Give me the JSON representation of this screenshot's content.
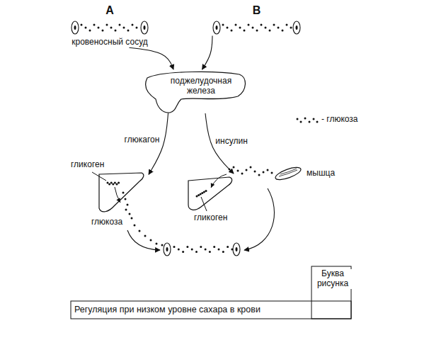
{
  "diagram": {
    "nodes": [
      {
        "text": [
          "А",
          "кровеносный сосуд"
        ]
      },
      {
        "text": [
          "В"
        ]
      },
      {
        "text": [
          "поджелудочная железа"
        ]
      },
      {
        "text": [
          "гликоген"
        ]
      },
      {
        "text": [
          "гликоген"
        ]
      },
      {
        "text": [
          "мышца"
        ]
      }
    ],
    "edges": [
      {
        "from": 0,
        "to": 2,
        "arrow": "to"
      },
      {
        "from": 1,
        "to": 2,
        "arrow": "to"
      },
      {
        "from": 2,
        "to": 3,
        "label": "глюкагон",
        "arrow": "to"
      },
      {
        "from": 2,
        "to": 4,
        "label": "инсулин",
        "arrow": "to"
      }
    ],
    "labels": [
      "глюкоза",
      "Буква рисунка",
      "Регуляция при низком уровне сахара в крови"
    ],
    "legend": [
      {
        "text": "- глюкоза"
      }
    ]
  }
}
